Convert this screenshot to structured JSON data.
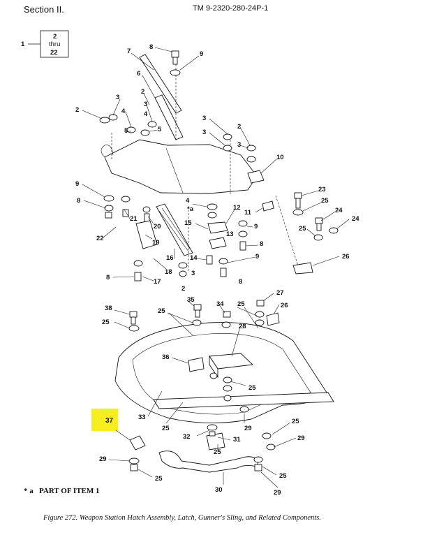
{
  "header": {
    "section": "Section II.",
    "tm_number": "TM 9-2320-280-24P-1"
  },
  "box": {
    "index": "1",
    "top": "2",
    "mid": "thru",
    "bottom": "22"
  },
  "parts": [
    "2",
    "3",
    "4",
    "5",
    "6",
    "7",
    "8",
    "9",
    "10",
    "11",
    "12",
    "13",
    "14",
    "15",
    "16",
    "17",
    "18",
    "19",
    "20",
    "21",
    "22",
    "23",
    "24",
    "25",
    "26",
    "27",
    "28",
    "29",
    "30",
    "31",
    "32",
    "33",
    "34",
    "35",
    "36",
    "37",
    "38",
    "*a"
  ],
  "highlight": {
    "item": "37",
    "color": "#f6ee1e"
  },
  "footnote": {
    "marker": "* a",
    "text": "PART OF ITEM 1"
  },
  "caption": "Figure 272.  Weapon Station Hatch Assembly, Latch, Gunner's Sling, and Related Components."
}
